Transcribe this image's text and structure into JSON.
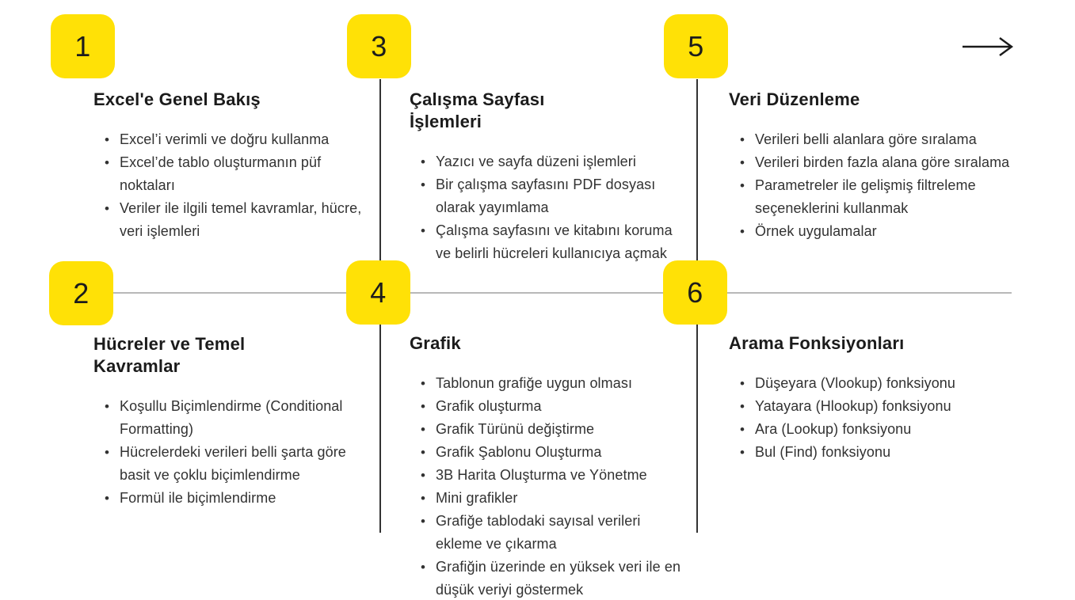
{
  "page": {
    "background": "#ffffff"
  },
  "colors": {
    "badge_yellow": "#FFE106",
    "badge_number": "#1c1c1c",
    "heading_text": "#1b1b1b",
    "body_text": "#323232",
    "horizontal_line": "#b8b8b8",
    "vertical_line": "#333333",
    "arrow": "#1a1a1a"
  },
  "sections": [
    {
      "number": "1",
      "title": "Excel'e Genel Bakış",
      "bullets": [
        "Excel’i verimli ve doğru kullanma",
        "Excel’de tablo oluşturmanın püf noktaları",
        "Veriler ile ilgili temel kavramlar, hücre, veri işlemleri"
      ]
    },
    {
      "number": "2",
      "title": "Hücreler ve Temel Kavramlar",
      "bullets": [
        "Koşullu Biçimlendirme (Conditional Formatting)",
        "Hücrelerdeki verileri belli şarta göre basit ve çoklu biçimlendirme",
        "Formül ile biçimlendirme"
      ]
    },
    {
      "number": "3",
      "title": "Çalışma Sayfası İşlemleri",
      "bullets": [
        "Yazıcı ve sayfa düzeni işlemleri",
        "Bir çalışma sayfasını PDF dosyası olarak yayımlama",
        "Çalışma sayfasını ve kitabını koruma ve belirli hücreleri kullanıcıya açmak"
      ]
    },
    {
      "number": "4",
      "title": "Grafik",
      "bullets": [
        "Tablonun grafiğe uygun olması",
        "Grafik oluşturma",
        "Grafik Türünü değiştirme",
        "Grafik Şablonu Oluşturma",
        "3B Harita Oluşturma ve Yönetme",
        "Mini grafikler",
        "Grafiğe tablodaki sayısal verileri ekleme ve çıkarma",
        "Grafiğin üzerinde en yüksek veri ile en düşük veriyi göstermek"
      ]
    },
    {
      "number": "5",
      "title": "Veri Düzenleme",
      "bullets": [
        "Verileri belli alanlara göre sıralama",
        "Verileri birden fazla alana göre sıralama",
        "Parametreler ile gelişmiş filtreleme seçeneklerini kullanmak",
        "Örnek uygulamalar"
      ]
    },
    {
      "number": "6",
      "title": "Arama Fonksiyonları",
      "bullets": [
        "Düşeyara (Vlookup) fonksiyonu",
        "Yatayara (Hlookup) fonksiyonu",
        "Ara (Lookup) fonksiyonu",
        "Bul (Find) fonksiyonu"
      ]
    }
  ]
}
